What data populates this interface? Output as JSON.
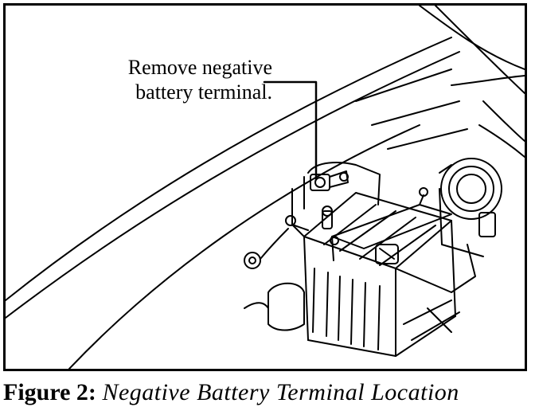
{
  "callout": {
    "line1": "Remove negative",
    "line2": "battery terminal."
  },
  "caption": {
    "label": "Figure 2:",
    "title": "Negative Battery Terminal Location"
  }
}
